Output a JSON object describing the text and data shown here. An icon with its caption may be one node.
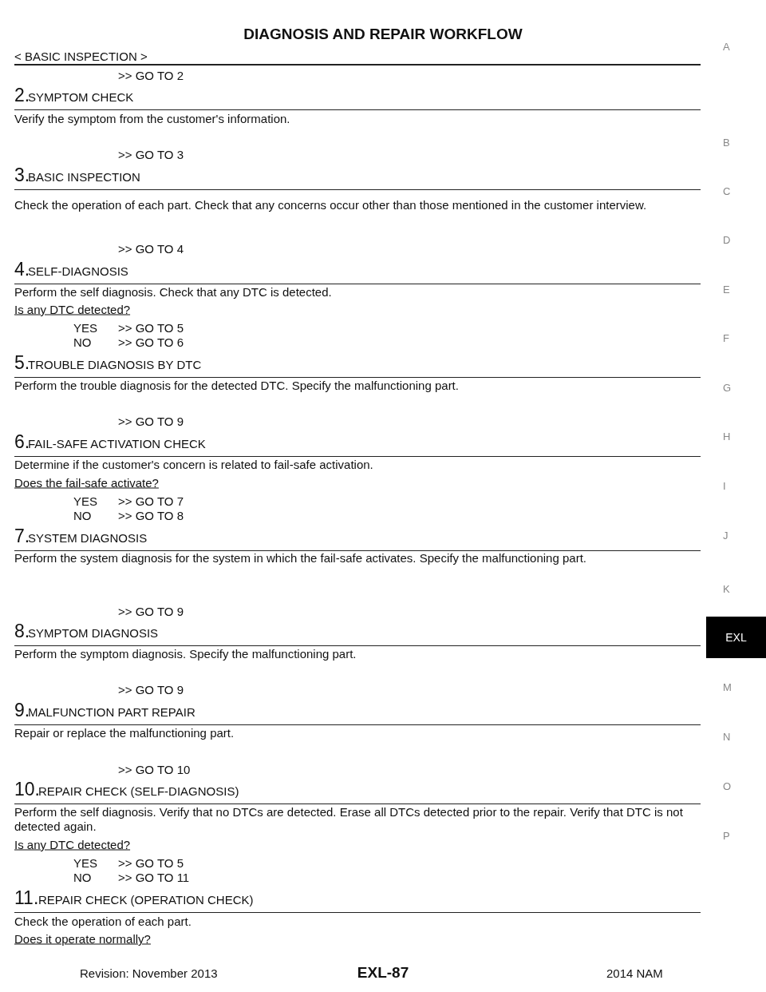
{
  "diagram": {
    "title": "DIAGNOSIS AND REPAIR WORKFLOW",
    "labels": [
      "< BASIC INSPECTION >",
      ">> GO TO 2",
      "2.",
      "SYMPTOM CHECK",
      "Verify the symptom from the customer's information.",
      ">> GO TO 3",
      "3.",
      "BASIC INSPECTION",
      "Check the operation of each part. Check that any concerns occur other than those mentioned in the customer interview.",
      ">> GO TO 4",
      "4.",
      "SELF-DIAGNOSIS",
      "Perform the self diagnosis. Check that any DTC is detected.",
      "Is any DTC detected?",
      "YES",
      ">> GO TO 5",
      "NO",
      ">> GO TO 6",
      "5.",
      "TROUBLE DIAGNOSIS BY DTC",
      "Perform the trouble diagnosis for the detected DTC. Specify the malfunctioning part.",
      ">> GO TO 9",
      "6.",
      "FAIL-SAFE ACTIVATION CHECK",
      "Determine if the customer's concern is related to fail-safe activation.",
      "Does the fail-safe activate?",
      "YES",
      ">> GO TO 7",
      "NO",
      ">> GO TO 8",
      "7.",
      "SYSTEM DIAGNOSIS",
      "Perform the system diagnosis for the system in which the fail-safe activates. Specify the malfunctioning part.",
      ">> GO TO 9",
      "8.",
      "SYMPTOM DIAGNOSIS",
      "Perform the symptom diagnosis. Specify the malfunctioning part.",
      ">> GO TO 9",
      "9.",
      "MALFUNCTION PART REPAIR",
      "Repair or replace the malfunctioning part.",
      ">> GO TO 10",
      "10.",
      "REPAIR CHECK (SELF-DIAGNOSIS)",
      "Perform the self diagnosis. Verify that no DTCs are detected. Erase all DTCs detected prior to the repair. Verify that DTC is not detected again.",
      "Is any DTC detected?",
      "YES",
      ">> GO TO 5",
      "NO",
      ">> GO TO 11",
      "11.",
      "REPAIR CHECK (OPERATION CHECK)",
      "Check the operation of each part.",
      "Does it operate normally?",
      "A",
      "B",
      "C",
      "D",
      "E",
      "F",
      "G",
      "H",
      "I",
      "J",
      "K",
      "EXL",
      "M",
      "N",
      "O",
      "P",
      "Revision: November 2013",
      "EXL-87",
      "2014 NAM"
    ]
  }
}
